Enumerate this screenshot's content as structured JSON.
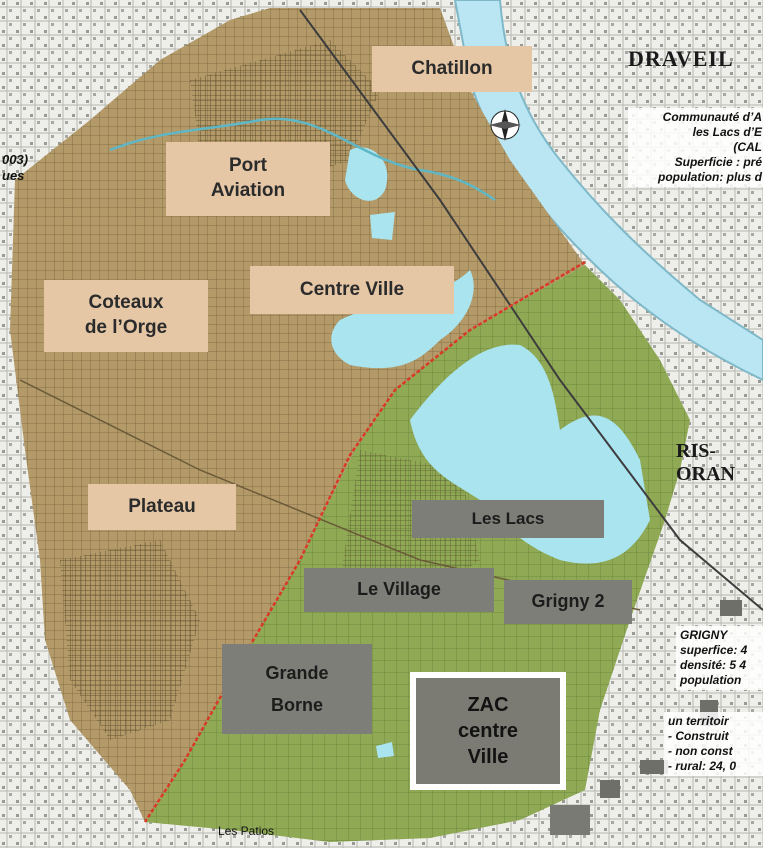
{
  "map": {
    "colors": {
      "background": "#f2f2ef",
      "commune_tan": "#b49a68",
      "green_zone": "#8fa955",
      "water": "#a9e4ef",
      "river": "#b9e6f2",
      "boundary_red": "#d83a28",
      "tan_label": "#e5c7a6",
      "grey_label": "#7e7e78"
    },
    "districts": [
      {
        "id": "chatillon",
        "name": "Chatillon"
      },
      {
        "id": "port-aviation",
        "lines": [
          "Port",
          "Aviation"
        ]
      },
      {
        "id": "centre-ville",
        "name": "Centre Ville"
      },
      {
        "id": "coteaux",
        "lines": [
          "Coteaux",
          "de l’Orge"
        ]
      },
      {
        "id": "plateau",
        "name": "Plateau"
      },
      {
        "id": "les-lacs",
        "name": "Les Lacs"
      },
      {
        "id": "le-village",
        "name": "Le Village"
      },
      {
        "id": "grigny-2",
        "name": "Grigny 2"
      },
      {
        "id": "grande-borne",
        "lines": [
          "Grande",
          "Borne"
        ]
      },
      {
        "id": "zac",
        "lines": [
          "ZAC",
          "centre",
          "Ville"
        ]
      }
    ],
    "place_names": {
      "draveil": "DRAVEIL",
      "ris_orangis": "RIS-ORAN",
      "les_patios": "Les Patios"
    },
    "fragments": {
      "left_top": "003)",
      "left_top2": "ues",
      "info_top": [
        "Communauté d’A",
        "les Lacs d’E",
        "(CAL",
        "Superficie : pré",
        "population: plus d"
      ],
      "info_grigny": [
        "GRIGNY",
        "superfice: 4",
        "densité: 5 4",
        "population"
      ],
      "info_territoire": [
        "un territoir",
        "- Construit",
        "- non const",
        "- rural: 24, 0"
      ]
    }
  }
}
